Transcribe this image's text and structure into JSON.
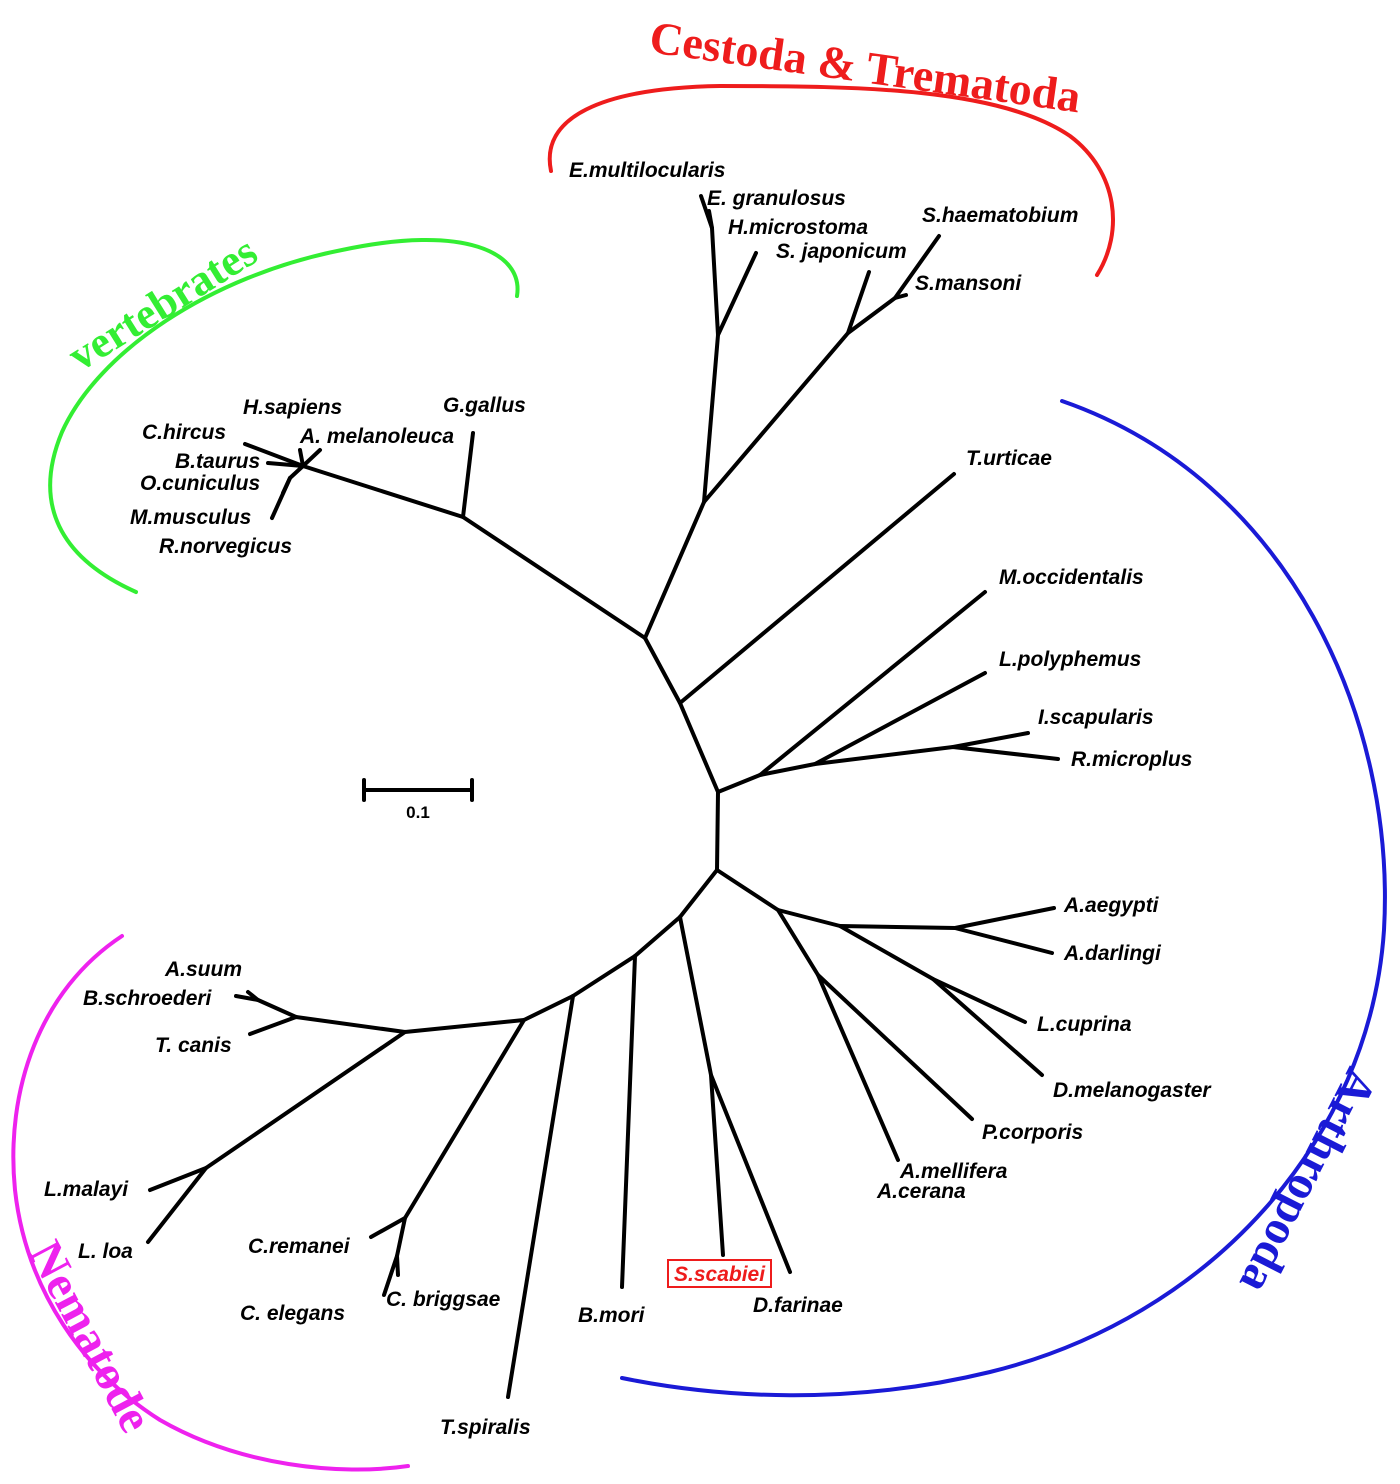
{
  "clades": {
    "cestoda": {
      "label": "Cestoda & Trematoda",
      "color": "#ee1c1c"
    },
    "vertebrates": {
      "label": "vertebrates",
      "color": "#33ee33"
    },
    "arthropoda": {
      "label": "Arthropoda",
      "color": "#1a1ad6"
    },
    "nematode": {
      "label": "Nematode",
      "color": "#ee22ee"
    }
  },
  "scale_bar": {
    "label": "0.1"
  },
  "highlight": {
    "species": "S.scabiei",
    "color": "#ee1c1c"
  },
  "species": {
    "e_multilocularis": "E.multilocularis",
    "e_granulosus": "E. granulosus",
    "h_microstoma": "H.microstoma",
    "s_japonicum": "S. japonicum",
    "s_haematobium": "S.haematobium",
    "s_mansoni": "S.mansoni",
    "h_sapiens": "H.sapiens",
    "g_gallus": "G.gallus",
    "c_hircus": "C.hircus",
    "a_melanoleuca": "A. melanoleuca",
    "b_taurus": "B.taurus",
    "o_cuniculus": "O.cuniculus",
    "m_musculus": "M.musculus",
    "r_norvegicus": "R.norvegicus",
    "t_urticae": "T.urticae",
    "m_occidentalis": "M.occidentalis",
    "l_polyphemus": "L.polyphemus",
    "i_scapularis": "I.scapularis",
    "r_microplus": "R.microplus",
    "a_aegypti": "A.aegypti",
    "a_darlingi": "A.darlingi",
    "l_cuprina": "L.cuprina",
    "d_melanogaster": "D.melanogaster",
    "p_corporis": "P.corporis",
    "a_mellifera": "A.mellifera",
    "a_cerana": "A.cerana",
    "d_farinae": "D.farinae",
    "b_mori": "B.mori",
    "a_suum": "A.suum",
    "b_schroederi": "B.schroederi",
    "t_canis": "T. canis",
    "l_malayi": "L.malayi",
    "l_loa": "L. loa",
    "c_remanei": "C.remanei",
    "c_briggsae": "C. briggsae",
    "c_elegans": "C. elegans",
    "t_spiralis": "T.spiralis"
  }
}
